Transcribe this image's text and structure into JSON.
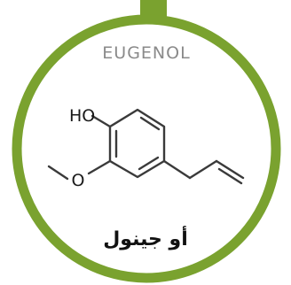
{
  "colors": {
    "frame": "#7aa22f",
    "bond": "#3a3a3a",
    "title": "#8a8a8a",
    "text": "#111111"
  },
  "molecule": {
    "name": "EUGENOL",
    "hydroxyl_label": "HO",
    "methoxy_label": "O",
    "arabic_name": "أو جينول"
  }
}
